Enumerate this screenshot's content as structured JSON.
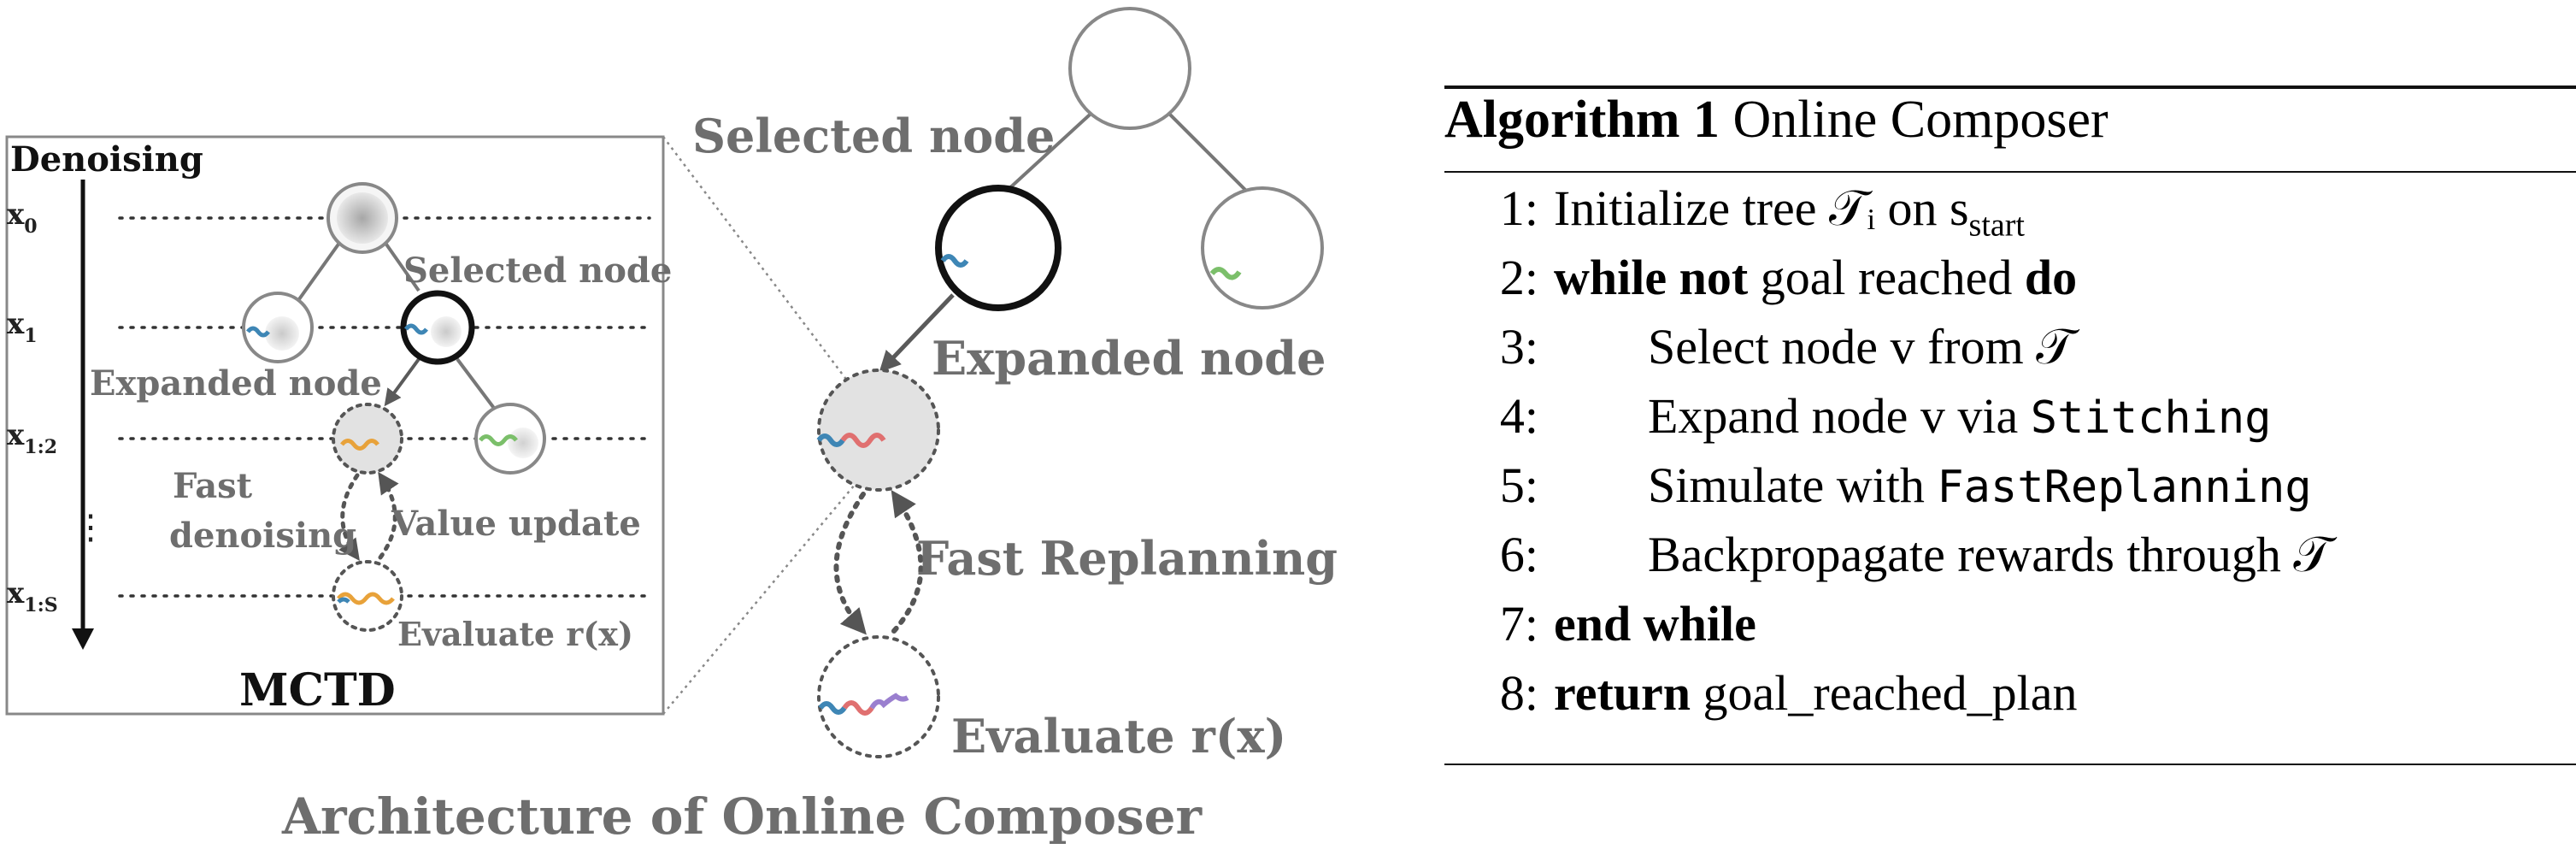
{
  "figure": {
    "left_panel": {
      "denoising_label": "Denoising",
      "x_labels": [
        "x",
        "x",
        "x",
        "x"
      ],
      "x_subs": [
        "0",
        "1",
        "1:2",
        "1:S"
      ],
      "ellipsis": "⋮",
      "selected_node": "Selected node",
      "expanded_node": "Expanded node",
      "fast_denoising_1": "Fast",
      "fast_denoising_2": "denoising",
      "value_update": "Value update",
      "evaluate": "Evaluate r(x)",
      "title": "MCTD"
    },
    "middle_panel": {
      "selected_node": "Selected node",
      "expanded_node": "Expanded node",
      "fast_replanning": "Fast Replanning",
      "evaluate": "Evaluate r(x)"
    },
    "caption": "Architecture of Online Composer"
  },
  "algorithm": {
    "title_bold": "Algorithm 1",
    "title_rest": "Online Composer",
    "lines": [
      {
        "num": "1:",
        "text": "Initialize tree 𝒯ᵢ on s",
        "sub": "start"
      },
      {
        "num": "2:",
        "kw1": "while not",
        "text": "goal reached",
        "kw2": "do"
      },
      {
        "num": "3:",
        "text": "Select node v from 𝒯"
      },
      {
        "num": "4:",
        "text": "Expand node v via",
        "code": "Stitching"
      },
      {
        "num": "5:",
        "text": "Simulate with",
        "code": "FastReplanning"
      },
      {
        "num": "6:",
        "text": "Backpropagate rewards through 𝒯"
      },
      {
        "num": "7:",
        "kw1": "end while"
      },
      {
        "num": "8:",
        "kw1": "return",
        "text": "goal_reached_plan"
      }
    ]
  }
}
